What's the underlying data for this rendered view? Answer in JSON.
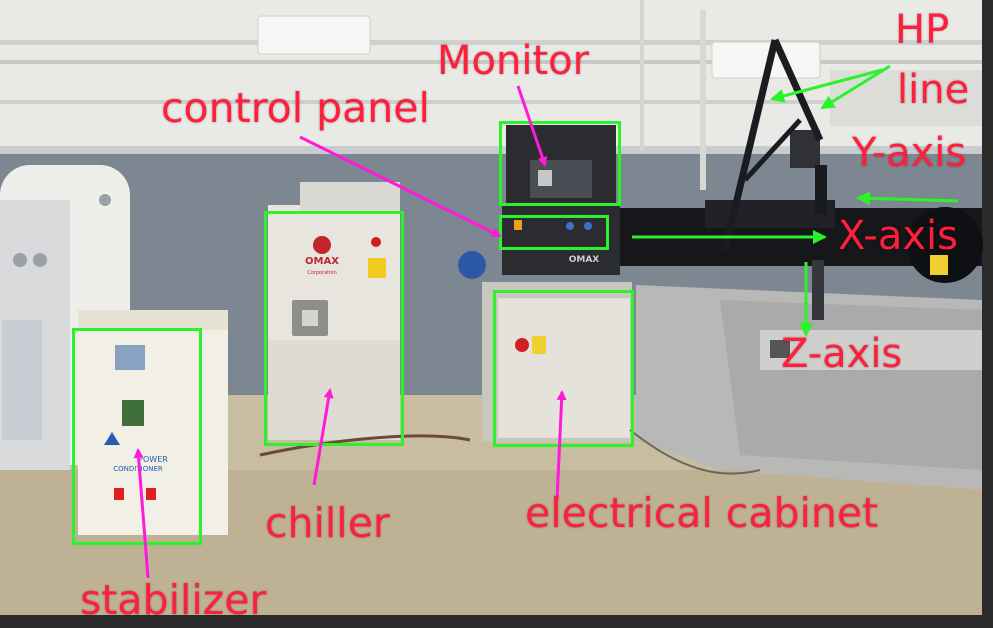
{
  "labels": {
    "monitor": "Monitor",
    "control_panel": "control panel",
    "hp_line": "HP line",
    "hp_line_part1": "HP",
    "hp_line_part2": "line",
    "y_axis": "Y-axis",
    "x_axis": "X-axis",
    "z_axis": "Z-axis",
    "chiller": "chiller",
    "electrical_cabinet": "electrical cabinet",
    "stabilizer": "stabilizer"
  },
  "machine_text": {
    "chiller_brand": "OMAX",
    "chiller_sub": "Corporation",
    "controller_brand": "OMAX",
    "stabilizer_line1": "POWER",
    "stabilizer_line2": "CONDITIONER"
  },
  "colors": {
    "annotation_text": "#ff1f3d",
    "box_green": "#2cf22c",
    "pointer_magenta": "#ff1ad9",
    "pointer_green": "#2cf22c"
  }
}
